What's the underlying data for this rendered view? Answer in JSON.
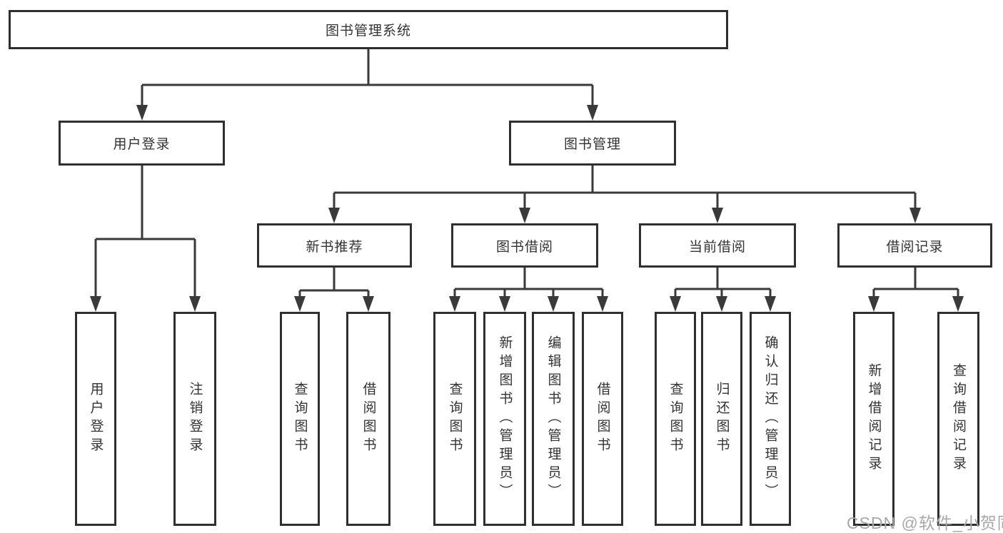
{
  "diagram": {
    "root": "图书管理系统",
    "level2": [
      {
        "label": "用户登录",
        "children": [
          "用户登录",
          "注销登录"
        ]
      },
      {
        "label": "图书管理",
        "children": [
          {
            "label": "新书推荐",
            "children": [
              "查询图书",
              "借阅图书"
            ]
          },
          {
            "label": "图书借阅",
            "children": [
              "查询图书",
              "新增图书（管理员）",
              "编辑图书（管理员）",
              "借阅图书"
            ]
          },
          {
            "label": "当前借阅",
            "children": [
              "查询图书",
              "归还图书",
              "确认归还（管理员）"
            ]
          },
          {
            "label": "借阅记录",
            "children": [
              "新增借阅记录",
              "查询借阅记录"
            ]
          }
        ]
      }
    ]
  },
  "watermark": "CSDN @软件_小贺同学",
  "colors": {
    "line": "#3a3a3a",
    "text": "#333333",
    "watermark": "#a8a8a8",
    "background": "#ffffff"
  }
}
